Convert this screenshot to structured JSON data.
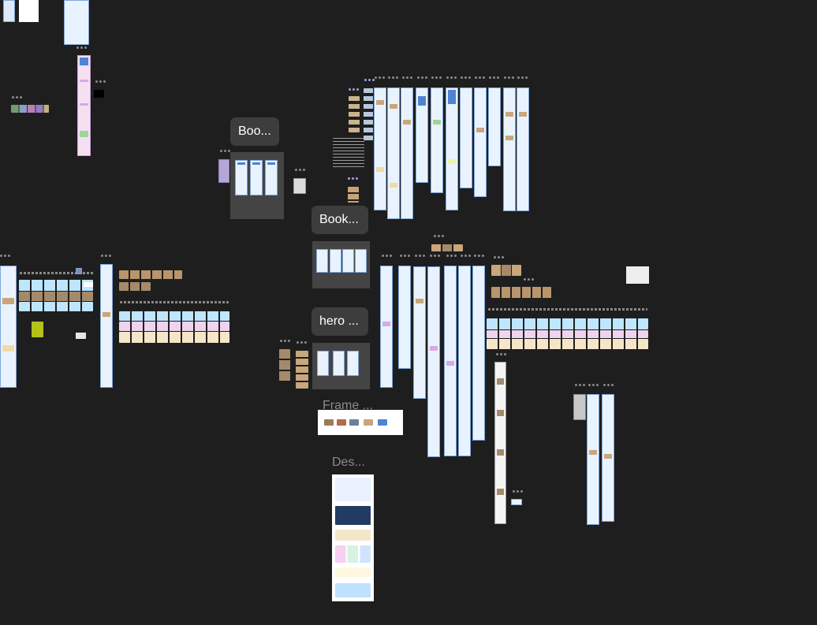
{
  "canvas": {
    "background": "#1e1e1e",
    "frame_fill": "#e9f3ff",
    "frame_stroke": "#7fa6d8",
    "accent": "#4f83d1"
  },
  "sections": {
    "booking_1": {
      "title": "Boo..."
    },
    "booking_2": {
      "title": "Book..."
    },
    "hero": {
      "title": "hero ..."
    },
    "frame": {
      "title": "Frame ..."
    },
    "design": {
      "title": "Des..."
    }
  },
  "icons": {
    "frame_menu": "more-dots-icon"
  }
}
